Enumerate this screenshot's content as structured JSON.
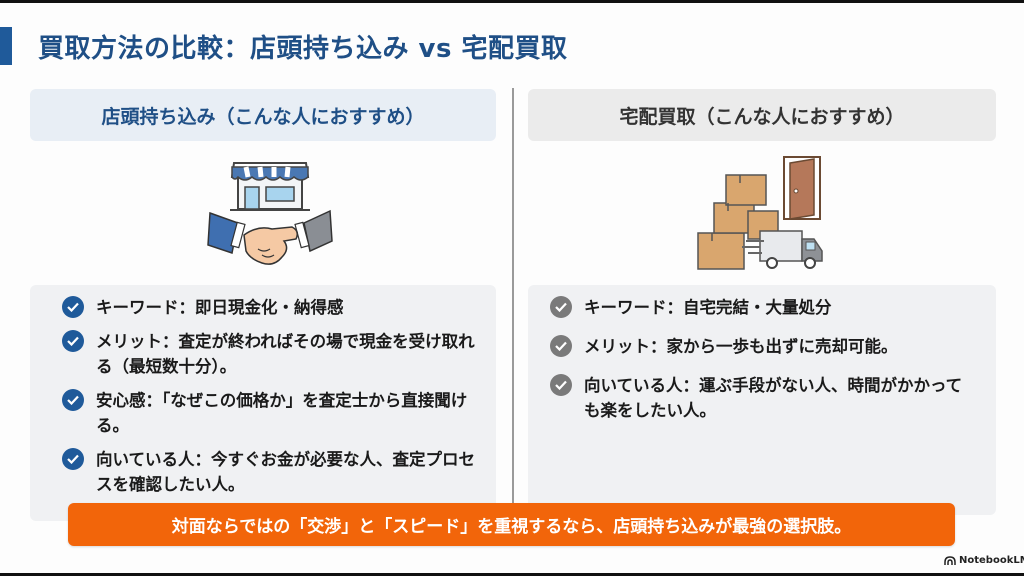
{
  "slide": {
    "title": "買取方法の比較：店頭持ち込み vs 宅配買取",
    "colors": {
      "accent_blue": "#1f5a9a",
      "title_text": "#1f4f86",
      "banner_orange": "#f2650a",
      "check_gray": "#7a7a7a"
    }
  },
  "left": {
    "header": "店頭持ち込み（こんな人におすすめ）",
    "illustration": "store-handshake-icon",
    "items": [
      {
        "text": "キーワード：即日現金化・納得感"
      },
      {
        "text": "メリット：査定が終わればその場で現金を受け取れる（最短数十分）。"
      },
      {
        "text": "安心感：「なぜこの価格か」を査定士から直接聞ける。"
      },
      {
        "text": "向いている人：今すぐお金が必要な人、査定プロセスを確認したい人。"
      }
    ]
  },
  "right": {
    "header": "宅配買取（こんな人におすすめ）",
    "illustration": "boxes-door-truck-icon",
    "items": [
      {
        "text": "キーワード：自宅完結・大量処分"
      },
      {
        "text": "メリット：家から一歩も出ずに売却可能。"
      },
      {
        "text": "向いている人：運ぶ手段がない人、時間がかかっても楽をしたい人。"
      }
    ]
  },
  "banner": {
    "text": "対面ならではの「交渉」と「スピード」を重視するなら、店頭持ち込みが最強の選択肢。"
  },
  "branding": {
    "label": "NotebookLM"
  }
}
